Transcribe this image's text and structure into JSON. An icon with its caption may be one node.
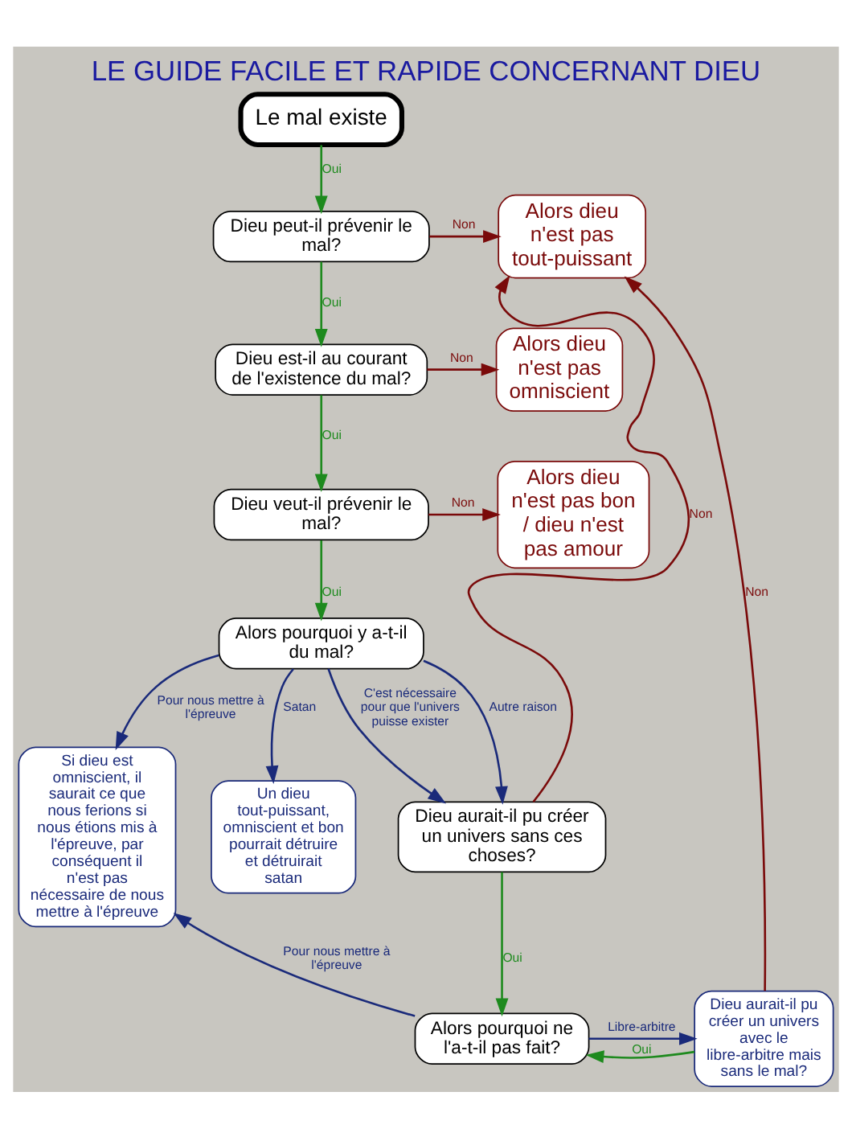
{
  "diagram": {
    "title": "LE GUIDE FACILE ET RAPIDE CONCERNANT DIEU",
    "nodes": [
      {
        "text": [
          "Le mal existe"
        ]
      },
      {
        "text": [
          "Alors dieu n'est pas tout-puissant"
        ]
      },
      {
        "text": [
          "Dieu peut-il prévenir le mal?"
        ]
      },
      {
        "text": [
          "Alors dieu n'est pas omniscient"
        ]
      },
      {
        "text": [
          "Dieu est-il au courant de l'existence du mal?"
        ]
      },
      {
        "text": [
          "Alors dieu n'est pas bon / dieu n'est pas amour"
        ]
      },
      {
        "text": [
          "Dieu veut-il prévenir le mal?"
        ]
      },
      {
        "text": [
          "Si dieu est omniscient, il saurait ce que nous ferions si nous étions mis à l'épreuve, par conséquent il n'est pas nécessaire de nous mettre à l'épreuve"
        ]
      },
      {
        "text": [
          "Alors pourquoi y a-t-il du mal?"
        ]
      },
      {
        "text": [
          "Un dieu tout-puissant, omniscient et bon pourrait détruire et détruirait satan"
        ]
      },
      {
        "text": [
          "Dieu aurait-il pu créer un univers sans ces choses?"
        ]
      },
      {
        "text": [
          "Dieu aurait-il pu créer un univers avec le libre-arbitre mais sans le mal?"
        ]
      },
      {
        "text": [
          "Alors pourquoi ne l'a-t-il pas fait?"
        ]
      }
    ],
    "edges": [
      {
        "from": 0,
        "to": 2,
        "arrow": "to",
        "label": "Oui"
      },
      {
        "from": 2,
        "to": 1,
        "arrow": "to",
        "label": "Non",
        "color": "#7a0a0a"
      },
      {
        "from": 2,
        "to": 4,
        "arrow": "to",
        "label": "Oui"
      },
      {
        "from": 4,
        "to": 3,
        "arrow": "to",
        "label": "Non",
        "color": "#7a0a0a"
      },
      {
        "from": 4,
        "to": 6,
        "arrow": "to",
        "label": "Oui"
      },
      {
        "from": 6,
        "to": 5,
        "arrow": "to",
        "label": "Non",
        "color": "#7a0a0a"
      },
      {
        "from": 6,
        "to": 8,
        "arrow": "to",
        "label": "Oui"
      },
      {
        "from": 8,
        "to": 7,
        "arrow": "to",
        "label": "Pour nous mettre à l'épreuve",
        "color": "#1a2a7a"
      },
      {
        "from": 8,
        "to": 10,
        "arrow": "to",
        "label": "C'est nécessaire pour que l'univers puisse exister",
        "color": "#1a2a7a"
      },
      {
        "from": 8,
        "to": 10,
        "arrow": "to",
        "label": "Autre raison",
        "color": "#1a2a7a"
      },
      {
        "from": 8,
        "to": 9,
        "arrow": "to",
        "label": "Satan",
        "color": "#1a2a7a"
      },
      {
        "from": 10,
        "to": 1,
        "arrow": "to",
        "label": "Non",
        "color": "#7a0a0a"
      },
      {
        "from": 10,
        "to": 12,
        "arrow": "to",
        "label": "Oui"
      },
      {
        "from": 12,
        "to": 11,
        "arrow": "to",
        "label": "Libre-arbitre",
        "color": "#1a2a7a"
      },
      {
        "from": 12,
        "to": 7,
        "arrow": "to",
        "label": "Pour nous mettre à l'épreuve",
        "color": "#1a2a7a"
      },
      {
        "from": 11,
        "to": 1,
        "arrow": "to",
        "label": "Non",
        "color": "#7a0a0a"
      },
      {
        "from": 11,
        "to": 12,
        "arrow": "to",
        "label": "Oui"
      }
    ]
  }
}
